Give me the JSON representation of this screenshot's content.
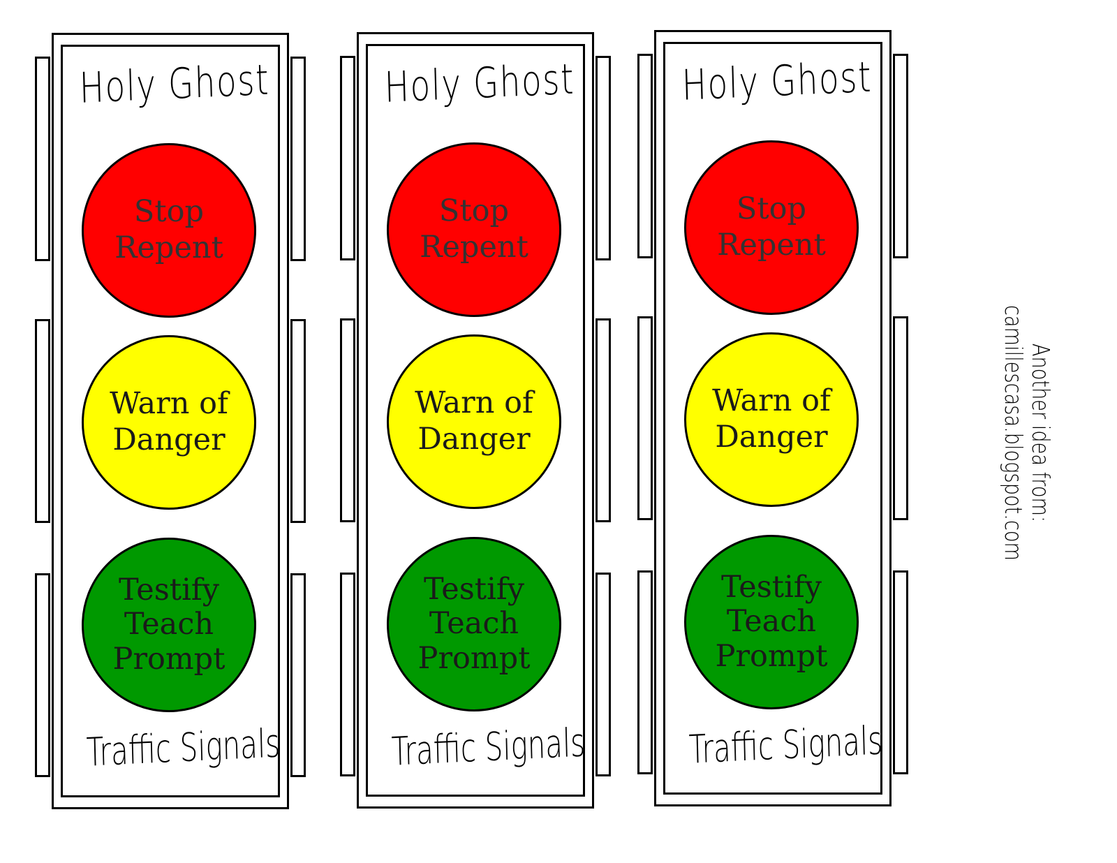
{
  "signals": [
    {
      "title": "Holy Ghost",
      "red": {
        "line1": "Stop",
        "line2": "Repent"
      },
      "yellow": {
        "line1": "Warn of",
        "line2": "Danger"
      },
      "green": {
        "line1": "Testify",
        "line2": "Teach",
        "line3": "Prompt"
      },
      "footer": "Traffic Signals"
    },
    {
      "title": "Holy Ghost",
      "red": {
        "line1": "Stop",
        "line2": "Repent"
      },
      "yellow": {
        "line1": "Warn of",
        "line2": "Danger"
      },
      "green": {
        "line1": "Testify",
        "line2": "Teach",
        "line3": "Prompt"
      },
      "footer": "Traffic Signals"
    },
    {
      "title": "Holy Ghost",
      "red": {
        "line1": "Stop",
        "line2": "Repent"
      },
      "yellow": {
        "line1": "Warn of",
        "line2": "Danger"
      },
      "green": {
        "line1": "Testify",
        "line2": "Teach",
        "line3": "Prompt"
      },
      "footer": "Traffic Signals"
    }
  ],
  "credit": {
    "line1": "Another idea from:",
    "line2": "camillescasa.blogspot.com"
  },
  "colors": {
    "red": "#ff0000",
    "yellow": "#ffff00",
    "green": "#009900"
  }
}
